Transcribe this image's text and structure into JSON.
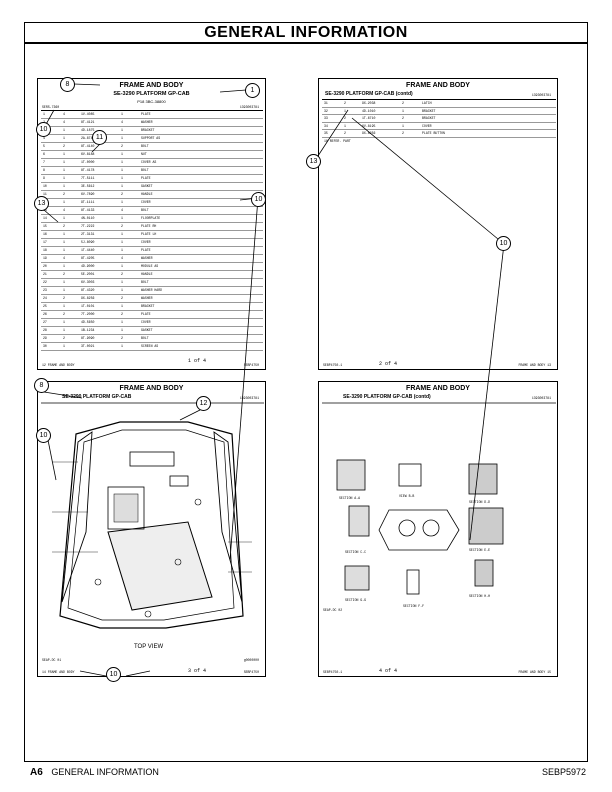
{
  "header": {
    "title": "GENERAL INFORMATION"
  },
  "footer": {
    "left_code": "A6",
    "left_text": "GENERAL INFORMATION",
    "right_code": "SEBP5972"
  },
  "pages": {
    "p1": {
      "title": "FRAME AND BODY",
      "subtitle": "SE-3290 PLATFORM GP-CAB",
      "sub2": "P18 3BC-38800",
      "left_id": "SERS-7360",
      "right_id": "1393003781",
      "page_label": "1 of 4",
      "footer_left": "12    FRAME AND BODY",
      "footer_right": "SEBP4750"
    },
    "p2": {
      "title": "FRAME AND BODY",
      "subtitle": "SE-3290 PLATFORM GP-CAB (contd)",
      "right_id": "1393003781",
      "page_label": "2 of 4",
      "footer_left": "SEBP4750-1",
      "footer_right": "FRAME AND BODY   13",
      "note": "18 REFER. PART"
    },
    "p3": {
      "title": "FRAME AND BODY",
      "subtitle": "SE-3290 PLATFORM GP-CAB",
      "right_id": "1393003781",
      "view": "TOP VIEW",
      "page_label": "3 of 4",
      "footer_left": "14    FRAME AND BODY",
      "footer_right": "SEBP4750",
      "ref": "SEAP-DC 01",
      "right_ref": "g0000000"
    },
    "p4": {
      "title": "FRAME AND BODY",
      "subtitle": "SE-3290 PLATFORM GP-CAB (contd)",
      "right_id": "1393003781",
      "page_label": "4 of 4",
      "footer_left": "SEBP4750-1",
      "footer_right": "FRAME AND BODY   15",
      "ref": "SEAP-DC 02",
      "sections": [
        "SECTION A-A",
        "VIEW B-B",
        "SECTION C-C",
        "SECTION D-D",
        "SECTION E-E",
        "SECTION F-F",
        "SECTION G-G",
        "SECTION H-H"
      ]
    }
  },
  "callouts": {
    "c8a": "8",
    "c1": "1",
    "c10a": "10",
    "c11": "11",
    "c13a": "13",
    "c10b": "10",
    "c13b": "13",
    "c10c": "10",
    "c8b": "8",
    "c12": "12",
    "c10d": "10",
    "c10e": "10"
  },
  "parts_rows": [
    [
      "1",
      "4",
      "1V-4085",
      "1",
      "PLATE"
    ],
    [
      "2",
      "4",
      "8T-4121",
      "4",
      "WASHER"
    ],
    [
      "3",
      "1",
      "4D-1875",
      "1",
      "BRACKET"
    ],
    [
      "4",
      "1",
      "2A-8741",
      "1",
      "SUPPORT AS"
    ],
    [
      "5",
      "2",
      "8T-4140",
      "2",
      "BOLT"
    ],
    [
      "6",
      "1",
      "6V-8188",
      "1",
      "NUT"
    ],
    [
      "7",
      "1",
      "1T-0000",
      "1",
      "COVER AS"
    ],
    [
      "8",
      "1",
      "8T-4178",
      "1",
      "BOLT"
    ],
    [
      "9",
      "1",
      "7T-5111",
      "1",
      "PLATE"
    ],
    [
      "10",
      "1",
      "3E-5612",
      "1",
      "GASKET"
    ],
    [
      "11",
      "2",
      "6V-7890",
      "2",
      "HANDLE"
    ],
    [
      "12",
      "1",
      "9T-1111",
      "1",
      "COVER"
    ],
    [
      "13",
      "4",
      "8T-4133",
      "4",
      "BOLT"
    ],
    [
      "14",
      "1",
      "4N-0110",
      "1",
      "FLOORPLATE"
    ],
    [
      "15",
      "2",
      "7T-2222",
      "2",
      "PLATE RH"
    ],
    [
      "16",
      "1",
      "2T-3131",
      "1",
      "PLATE LH"
    ],
    [
      "17",
      "1",
      "5J-8090",
      "1",
      "COVER"
    ],
    [
      "18",
      "1",
      "1T-4440",
      "1",
      "PLATE"
    ],
    [
      "19",
      "4",
      "8T-4205",
      "4",
      "WASHER"
    ],
    [
      "20",
      "1",
      "4D-9000",
      "1",
      "MODULE AS"
    ],
    [
      "21",
      "2",
      "5E-2001",
      "2",
      "HANDLE"
    ],
    [
      "22",
      "1",
      "6V-3003",
      "1",
      "BOLT"
    ],
    [
      "23",
      "1",
      "8T-4320",
      "1",
      "WASHER HARD"
    ],
    [
      "24",
      "2",
      "9X-8256",
      "2",
      "WASHER"
    ],
    [
      "25",
      "1",
      "1T-0101",
      "1",
      "BRACKET"
    ],
    [
      "26",
      "2",
      "7T-2000",
      "2",
      "PLATE"
    ],
    [
      "27",
      "1",
      "4D-5650",
      "1",
      "COVER"
    ],
    [
      "28",
      "1",
      "1B-1234",
      "1",
      "GASKET"
    ],
    [
      "29",
      "2",
      "8T-9090",
      "2",
      "BOLT"
    ],
    [
      "30",
      "1",
      "3T-0021",
      "1",
      "SCREEN AS"
    ]
  ],
  "parts_rows_p2": [
    [
      "31",
      "2",
      "9X-2038",
      "2",
      "LATCH"
    ],
    [
      "32",
      "1",
      "4D-1010",
      "1",
      "BRACKET"
    ],
    [
      "33",
      "2",
      "1T-6710",
      "2",
      "BRACKET"
    ],
    [
      "34",
      "1",
      "6V-8195",
      "1",
      "COVER"
    ],
    [
      "35",
      "2",
      "9X-8256",
      "2",
      "PLATE BUTTON"
    ]
  ]
}
